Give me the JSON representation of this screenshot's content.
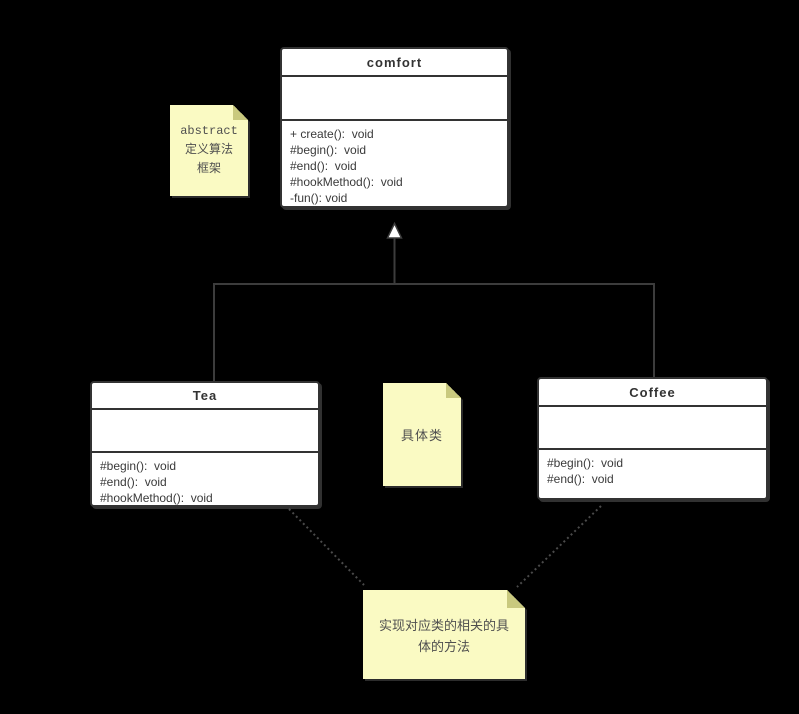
{
  "diagram": {
    "background_color": "#000000",
    "line_color": "#3c3c3c",
    "dotted_line_color": "#4a4a4a",
    "class_fill": "#ffffff",
    "class_border": "#333333",
    "note_fill": "#fafac3",
    "note_fold_color": "#c9c97e"
  },
  "classes": {
    "comfort": {
      "title": "comfort",
      "methods": [
        "+ create():  void",
        "#begin():  void",
        "#end():  void",
        "#hookMethod():  void",
        "-fun(): void"
      ]
    },
    "tea": {
      "title": "Tea",
      "methods": [
        "#begin():  void",
        "#end():  void",
        "#hookMethod():  void"
      ]
    },
    "coffee": {
      "title": "Coffee",
      "methods": [
        "#begin():  void",
        "#end():  void"
      ]
    }
  },
  "notes": {
    "abstract": {
      "lines": [
        "abstract",
        "定义算法",
        "框架"
      ]
    },
    "concrete": {
      "text": "具体类"
    },
    "implementation": {
      "text": "实现对应类的相关的具体的方法"
    }
  }
}
